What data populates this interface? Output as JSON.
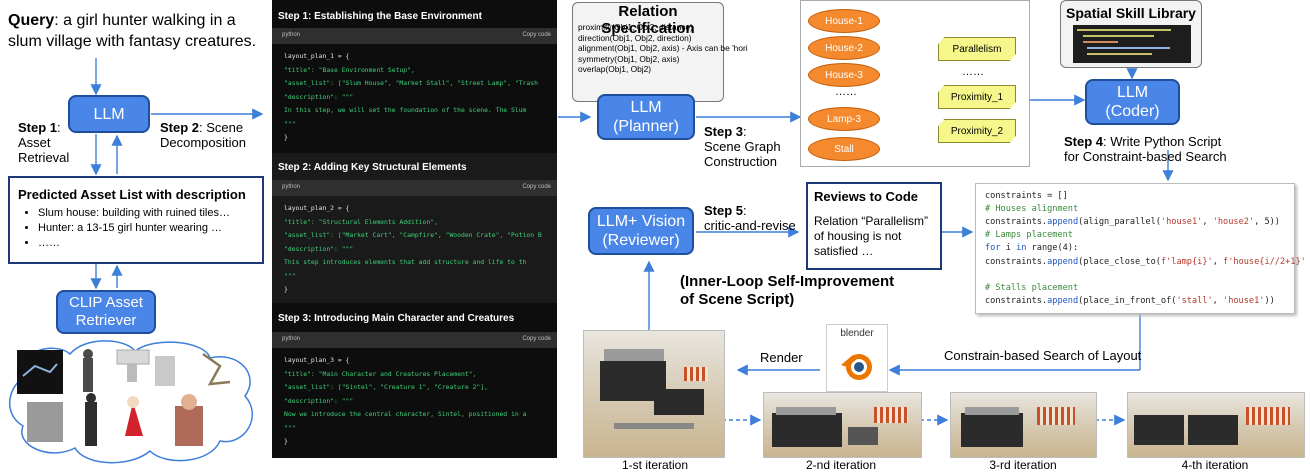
{
  "query": {
    "label": "Query",
    "text": ": a girl hunter walking in a slum village with fantasy creatures."
  },
  "steps": {
    "step1": {
      "bold": "Step 1",
      "rest_line1": ":",
      "rest_line2": "Asset",
      "rest_line3": "Retrieval"
    },
    "step2": {
      "bold": "Step 2",
      "rest": ": Scene Decomposition"
    },
    "step3": {
      "bold": "Step 3",
      "rest_line1": ":",
      "rest_line2": "Scene Graph",
      "rest_line3": "Construction"
    },
    "step4": {
      "bold": "Step 4",
      "rest_line1": ": Write Python Script",
      "rest_line2": "for Constraint-based Search"
    },
    "step5": {
      "bold": "Step 5",
      "rest_line1": ":",
      "rest_line2": "critic-and-revise"
    }
  },
  "llm_boxes": {
    "left": "LLM",
    "planner": [
      "LLM",
      "(Planner)"
    ],
    "coder": [
      "LLM",
      "(Coder)"
    ],
    "reviewer": [
      "LLM+ Vision",
      "(Reviewer)"
    ],
    "clip": [
      "CLIP Asset",
      "Retriever"
    ]
  },
  "asset_list": {
    "title": "Predicted Asset List with description",
    "items": [
      "Slum house: building with ruined tiles…",
      "Hunter: a 13-15 girl hunter wearing …",
      "……"
    ]
  },
  "code_panels": [
    {
      "title": "Step 1: Establishing the Base Environment",
      "lang": "python",
      "copy": "Copy code",
      "lines": [
        {
          "t": "layout_plan_1 = {",
          "c": "w"
        },
        {
          "t": "    \"title\": \"Base Environment Setup\",",
          "c": "g"
        },
        {
          "t": "    \"asset_list\": [\"Slum House\", \"Market Stall\", \"Street Lamp\", \"Trash",
          "c": "g"
        },
        {
          "t": "    \"description\": \"\"\"",
          "c": "g"
        },
        {
          "t": "        In this step, we will set the foundation of the scene. The Slum",
          "c": "g"
        },
        {
          "t": "    \"\"\"",
          "c": "g"
        },
        {
          "t": "}",
          "c": "w"
        }
      ]
    },
    {
      "title": "Step 2: Adding Key Structural Elements",
      "lang": "python",
      "copy": "Copy code",
      "lines": [
        {
          "t": "layout_plan_2 = {",
          "c": "w"
        },
        {
          "t": "    \"title\": \"Structural Elements Addition\",",
          "c": "g"
        },
        {
          "t": "    \"asset_list\": [\"Market Cart\", \"Campfire\", \"Wooden Crate\", \"Potion B",
          "c": "g"
        },
        {
          "t": "    \"description\": \"\"\"",
          "c": "g"
        },
        {
          "t": "        This step introduces elements that add structure and life to th",
          "c": "g"
        },
        {
          "t": "    \"\"\"",
          "c": "g"
        },
        {
          "t": "}",
          "c": "w"
        }
      ]
    },
    {
      "title": "Step 3: Introducing Main Character and Creatures",
      "lang": "python",
      "copy": "Copy code",
      "lines": [
        {
          "t": "layout_plan_3 = {",
          "c": "w"
        },
        {
          "t": "    \"title\": \"Main Character and Creatures Placement\",",
          "c": "g"
        },
        {
          "t": "    \"asset_list\": [\"Sintel\", \"Creature 1\", \"Creature 2\"],",
          "c": "g"
        },
        {
          "t": "    \"description\": \"\"\"",
          "c": "g"
        },
        {
          "t": "        Now we introduce the central character, Sintel, positioned in a",
          "c": "g"
        },
        {
          "t": "    \"\"\"",
          "c": "g"
        },
        {
          "t": "}",
          "c": "w"
        }
      ]
    }
  ],
  "relation_spec": {
    "title": "Relation Specification",
    "lines": [
      "proximity(Obj1, Obj2, distance)",
      "direction(Obj1, Obj2, direction)",
      "alignment(Obj1, Obj2, axis) - Axis can be 'hori",
      "symmetry(Obj1, Obj2, axis)",
      "overlap(Obj1, Obj2)"
    ]
  },
  "scene_graph": {
    "nodes": [
      "House-1",
      "House-2",
      "House-3",
      "……",
      "Lamp-3",
      "Stall"
    ],
    "relations": [
      "Parallelism",
      "……",
      "Proximity_1",
      "Proximity_2"
    ]
  },
  "spatial_skill": {
    "title": "Spatial Skill Library"
  },
  "reviews": {
    "title": "Reviews to Code",
    "text_line1": "Relation “Parallelism”",
    "text_line2": "of housing is not",
    "text_line3": "satisfied …"
  },
  "inner_loop": {
    "line1": "(Inner-Loop Self-Improvement",
    "line2": "of Scene Script)"
  },
  "constraints_code": [
    [
      {
        "t": "constraints = []",
        "c": ""
      }
    ],
    [
      {
        "t": "# Houses alignment",
        "c": "c-green"
      }
    ],
    [
      {
        "t": "constraints.",
        "c": ""
      },
      {
        "t": "append",
        "c": "c-blue"
      },
      {
        "t": "(align_parallel(",
        "c": ""
      },
      {
        "t": "'house1'",
        "c": "c-red"
      },
      {
        "t": ", ",
        "c": ""
      },
      {
        "t": "'house2'",
        "c": "c-red"
      },
      {
        "t": ", 5))",
        "c": ""
      }
    ],
    [
      {
        "t": "# Lamps placement",
        "c": "c-green"
      }
    ],
    [
      {
        "t": "for",
        "c": "c-blue"
      },
      {
        "t": " i ",
        "c": ""
      },
      {
        "t": "in",
        "c": "c-blue"
      },
      {
        "t": " range(4):",
        "c": ""
      }
    ],
    [
      {
        "t": "    constraints.",
        "c": ""
      },
      {
        "t": "append",
        "c": "c-blue"
      },
      {
        "t": "(place_close_to(",
        "c": ""
      },
      {
        "t": "f'lamp{i}'",
        "c": "c-red"
      },
      {
        "t": ", ",
        "c": ""
      },
      {
        "t": "f'house{i//2+1}'",
        "c": "c-red"
      }
    ],
    [
      {
        "t": "",
        "c": ""
      }
    ],
    [
      {
        "t": "# Stalls placement",
        "c": "c-green"
      }
    ],
    [
      {
        "t": "constraints.",
        "c": ""
      },
      {
        "t": "append",
        "c": "c-blue"
      },
      {
        "t": "(place_in_front_of(",
        "c": ""
      },
      {
        "t": "'stall'",
        "c": "c-red"
      },
      {
        "t": ", ",
        "c": ""
      },
      {
        "t": "'house1'",
        "c": "c-red"
      },
      {
        "t": "))",
        "c": ""
      }
    ]
  ],
  "blender": {
    "label": "blender"
  },
  "flow_labels": {
    "render": "Render",
    "constrain_search": "Constrain-based Search of Layout"
  },
  "iterations": [
    "1-st iteration",
    "2-nd iteration",
    "3-rd iteration",
    "4-th iteration"
  ],
  "colors": {
    "llm_blue": "#4a86e8",
    "node_orange": "#f4892e",
    "tag_yellow": "#f5f78a",
    "arrow": "#3d7fd9"
  }
}
